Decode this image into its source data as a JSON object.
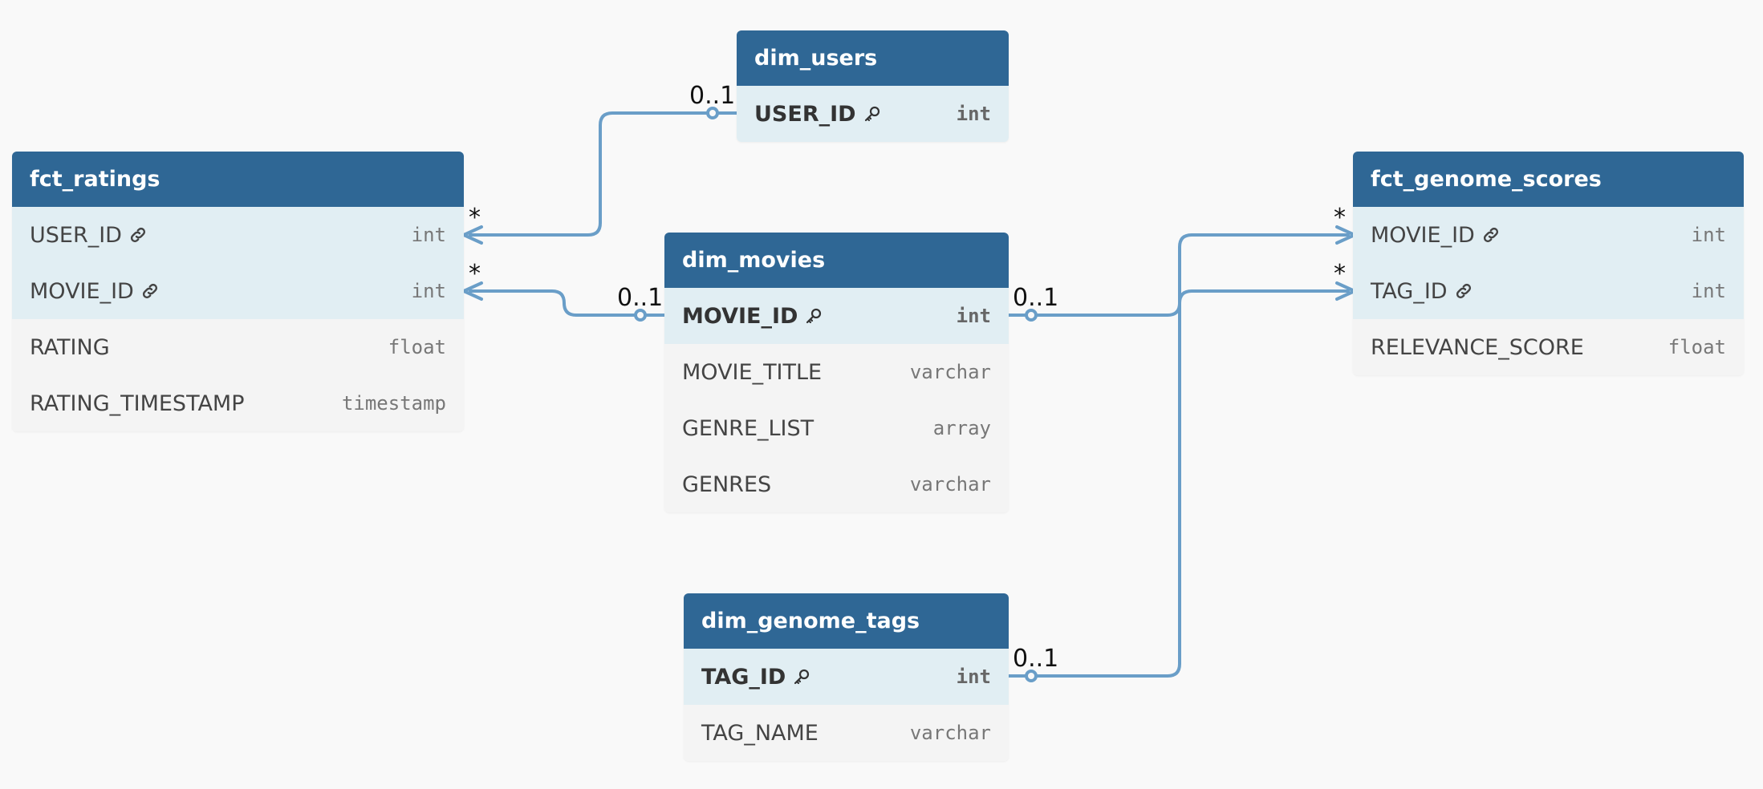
{
  "colors": {
    "header": "#2f6795",
    "keyed_row": "#e1eef3",
    "plain_row": "#f4f4f4",
    "line": "#6a9ec8"
  },
  "tables": {
    "fct_ratings": {
      "title": "fct_ratings",
      "columns": [
        {
          "name": "USER_ID",
          "type": "int",
          "icon": "link-icon"
        },
        {
          "name": "MOVIE_ID",
          "type": "int",
          "icon": "link-icon"
        },
        {
          "name": "RATING",
          "type": "float"
        },
        {
          "name": "RATING_TIMESTAMP",
          "type": "timestamp"
        }
      ]
    },
    "dim_users": {
      "title": "dim_users",
      "columns": [
        {
          "name": "USER_ID",
          "type": "int",
          "icon": "key-icon"
        }
      ]
    },
    "dim_movies": {
      "title": "dim_movies",
      "columns": [
        {
          "name": "MOVIE_ID",
          "type": "int",
          "icon": "key-icon"
        },
        {
          "name": "MOVIE_TITLE",
          "type": "varchar"
        },
        {
          "name": "GENRE_LIST",
          "type": "array"
        },
        {
          "name": "GENRES",
          "type": "varchar"
        }
      ]
    },
    "fct_genome_scores": {
      "title": "fct_genome_scores",
      "columns": [
        {
          "name": "MOVIE_ID",
          "type": "int",
          "icon": "link-icon"
        },
        {
          "name": "TAG_ID",
          "type": "int",
          "icon": "link-icon"
        },
        {
          "name": "RELEVANCE_SCORE",
          "type": "float"
        }
      ]
    },
    "dim_genome_tags": {
      "title": "dim_genome_tags",
      "columns": [
        {
          "name": "TAG_ID",
          "type": "int",
          "icon": "key-icon"
        },
        {
          "name": "TAG_NAME",
          "type": "varchar"
        }
      ]
    }
  },
  "relationships": [
    {
      "from": "fct_ratings.USER_ID",
      "to": "dim_users.USER_ID",
      "many": "*",
      "one": "0..1"
    },
    {
      "from": "fct_ratings.MOVIE_ID",
      "to": "dim_movies.MOVIE_ID",
      "many": "*",
      "one": "0..1"
    },
    {
      "from": "fct_genome_scores.MOVIE_ID",
      "to": "dim_movies.MOVIE_ID",
      "many": "*",
      "one": "0..1"
    },
    {
      "from": "fct_genome_scores.TAG_ID",
      "to": "dim_genome_tags.TAG_ID",
      "many": "*",
      "one": "0..1"
    }
  ]
}
